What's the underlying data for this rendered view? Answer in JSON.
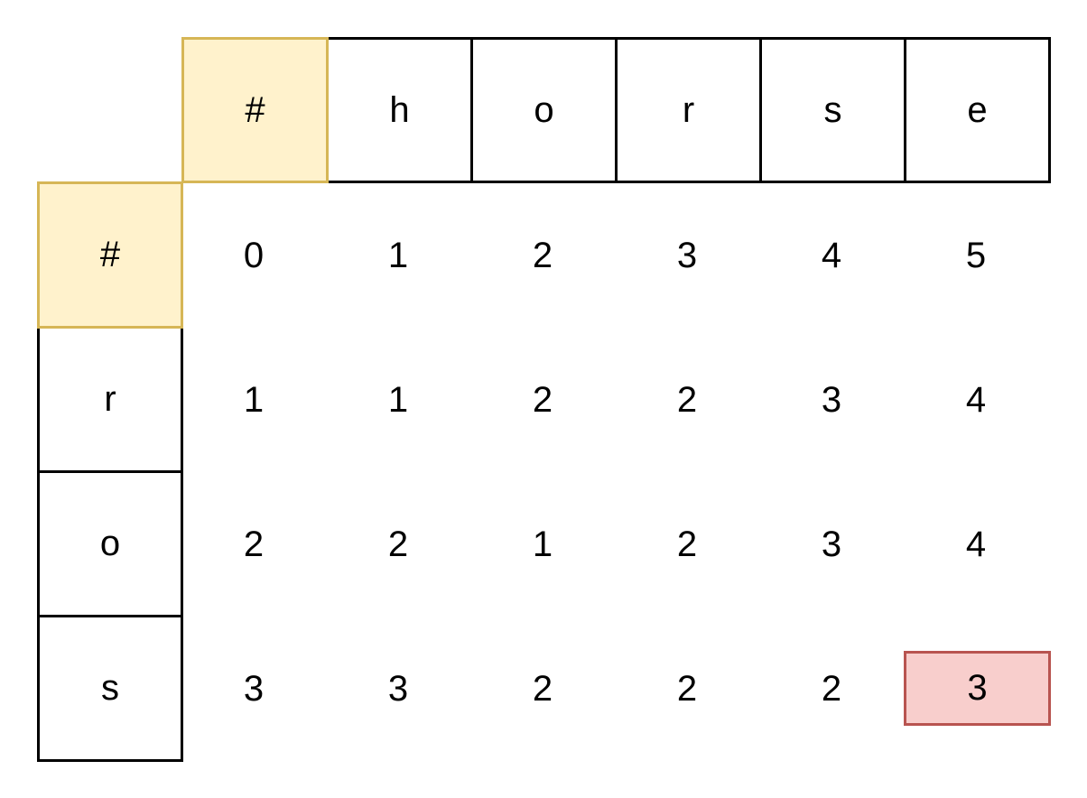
{
  "corner": {
    "top_hash": "#",
    "left_hash": "#"
  },
  "word_top": [
    "h",
    "o",
    "r",
    "s",
    "e"
  ],
  "word_left": [
    "r",
    "o",
    "s"
  ],
  "matrix": [
    [
      "0",
      "1",
      "2",
      "3",
      "4",
      "5"
    ],
    [
      "1",
      "1",
      "2",
      "2",
      "3",
      "4"
    ],
    [
      "2",
      "2",
      "1",
      "2",
      "3",
      "4"
    ],
    [
      "3",
      "3",
      "2",
      "2",
      "2",
      "3"
    ]
  ],
  "highlight": {
    "row": 3,
    "col": 5,
    "color": "#f8cecc",
    "border": "#b85450"
  },
  "colors": {
    "hash_fill": "#fff2cc",
    "hash_border": "#d6b656"
  }
}
